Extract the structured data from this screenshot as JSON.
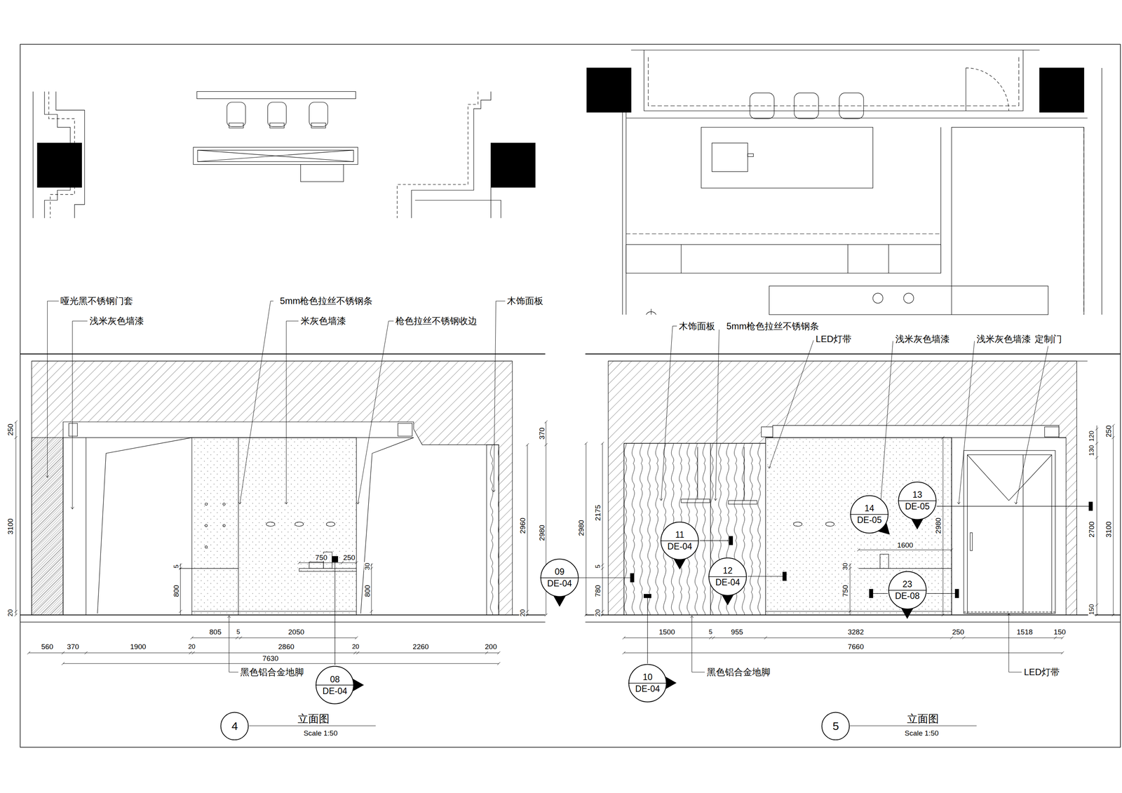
{
  "diagram": {
    "nodes": [
      {
        "text": [
          "08",
          "DE-04"
        ]
      },
      {
        "text": [
          "4"
        ]
      },
      {
        "text": [
          "09",
          "DE-04"
        ]
      },
      {
        "text": [
          "10",
          "DE-04"
        ]
      },
      {
        "text": [
          "11",
          "DE-04"
        ]
      },
      {
        "text": [
          "12",
          "DE-04"
        ]
      },
      {
        "text": [
          "14",
          "DE-05"
        ]
      },
      {
        "text": [
          "13",
          "DE-05"
        ]
      },
      {
        "text": [
          "23",
          "DE-08"
        ]
      },
      {
        "text": [
          "5"
        ]
      }
    ],
    "labels": [
      "哑光黑不锈钢门套",
      "浅米灰色墙漆",
      "5mm枪色拉丝不锈钢条",
      "米灰色墙漆",
      "枪色拉丝不锈钢收边",
      "木饰面板",
      "250",
      "3100",
      "5",
      "800",
      "20",
      "750",
      "250",
      "30",
      "800",
      "370",
      "2960",
      "2980",
      "20",
      "805",
      "5",
      "2050",
      "560",
      "370",
      "1900",
      "20",
      "2860",
      "20",
      "2260",
      "200",
      "7630",
      "黑色铝合金地脚",
      "立面图",
      "Scale 1:50",
      "木饰面板",
      "5mm枪色拉丝不锈钢条",
      "LED灯带",
      "浅米灰色墙漆",
      "浅米灰色墙漆",
      "定制门",
      "2980",
      "2175",
      "5",
      "780",
      "20",
      "1600",
      "30",
      "750",
      "2980",
      "130",
      "120",
      "250",
      "2700",
      "3100",
      "150",
      "1500",
      "5",
      "955",
      "3282",
      "250",
      "1518",
      "150",
      "7660",
      "黑色铝合金地脚",
      "LED灯带",
      "立面图",
      "Scale 1:50"
    ]
  }
}
